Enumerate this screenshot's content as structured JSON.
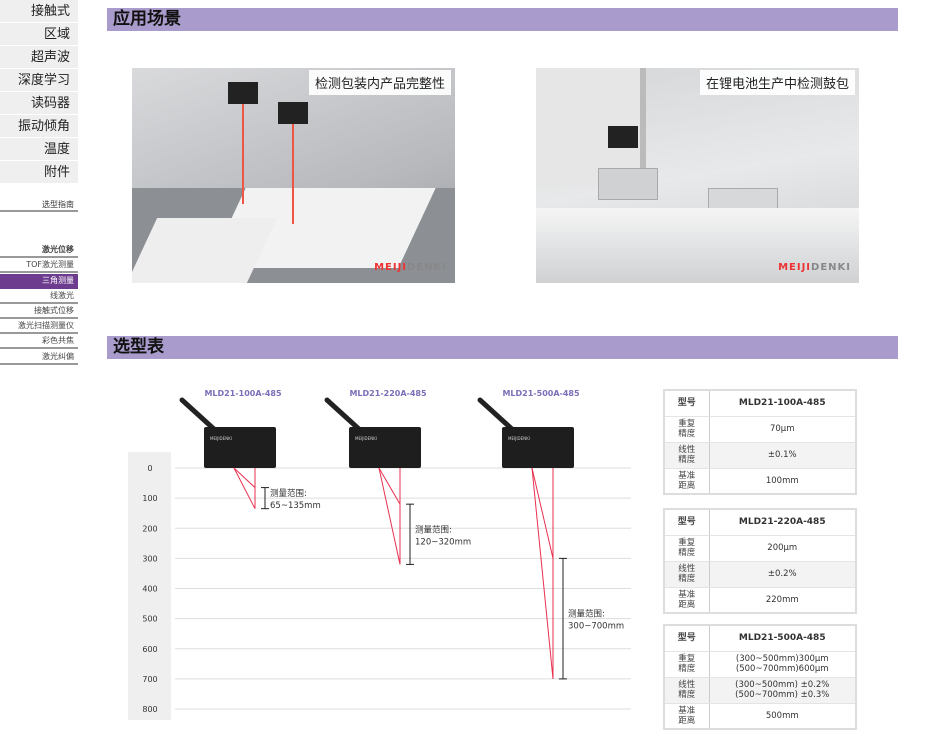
{
  "sidebar": {
    "categories": [
      "接触式",
      "区域",
      "超声波",
      "深度学习",
      "读码器",
      "振动倾角",
      "温度",
      "附件"
    ],
    "guide": "选型指南",
    "subs": [
      "激光位移",
      "TOF激光测量",
      "三角测量",
      "线激光",
      "接触式位移",
      "激光扫描测量仪",
      "彩色共焦",
      "激光纠偏"
    ],
    "active": "三角测量"
  },
  "sections": {
    "scenes": "应用场景",
    "selection": "选型表"
  },
  "photos": [
    {
      "caption": "检测包装内产品完整性",
      "logo_a": "MEIJI",
      "logo_b": "DENKI"
    },
    {
      "caption": "在锂电池生产中检测鼓包",
      "logo_a": "MEIJI",
      "logo_b": "DENKI"
    }
  ],
  "diagram": {
    "scale": [
      "0",
      "100",
      "200",
      "300",
      "400",
      "500",
      "600",
      "700",
      "800"
    ],
    "sensors": [
      {
        "model": "MLD21-100A-485",
        "range_label": "测量范围:",
        "range": "65~135mm",
        "min": 65,
        "max": 135
      },
      {
        "model": "MLD21-220A-485",
        "range_label": "测量范围:",
        "range": "120~320mm",
        "min": 120,
        "max": 320
      },
      {
        "model": "MLD21-500A-485",
        "range_label": "测量范围:",
        "range": "300~700mm",
        "min": 300,
        "max": 700
      }
    ],
    "laser_color": "#e8304f"
  },
  "tables": [
    {
      "rows": [
        [
          "型号",
          "MLD21-100A-485"
        ],
        [
          "重复\n精度",
          "70μm"
        ],
        [
          "线性\n精度",
          "±0.1%"
        ],
        [
          "基准\n距离",
          "100mm"
        ]
      ]
    },
    {
      "rows": [
        [
          "型号",
          "MLD21-220A-485"
        ],
        [
          "重复\n精度",
          "200μm"
        ],
        [
          "线性\n精度",
          "±0.2%"
        ],
        [
          "基准\n距离",
          "220mm"
        ]
      ]
    },
    {
      "rows": [
        [
          "型号",
          "MLD21-500A-485"
        ],
        [
          "重复\n精度",
          "(300~500mm)300μm\n(500~700mm)600μm"
        ],
        [
          "线性\n精度",
          "(300~500mm) ±0.2%\n(500~700mm) ±0.3%"
        ],
        [
          "基准\n距离",
          "500mm"
        ]
      ]
    }
  ]
}
